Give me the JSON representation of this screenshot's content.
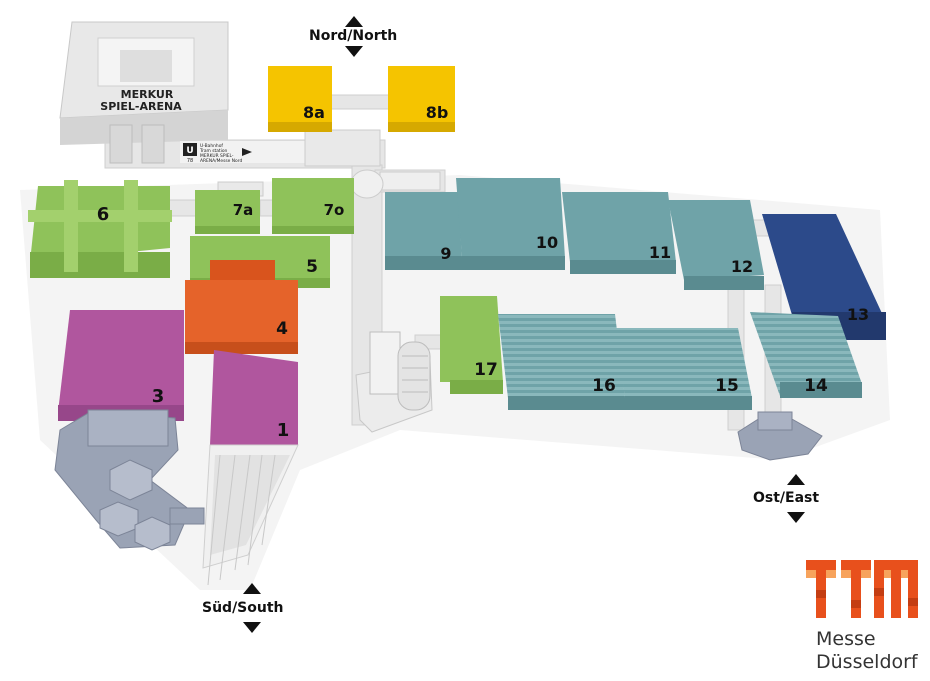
{
  "arena": {
    "name_line1": "MERKUR",
    "name_line2": "SPIEL-ARENA"
  },
  "tram_sign": {
    "icon_letter": "U",
    "line_number": "78",
    "text_lines": [
      "U-Bahnhof",
      "Tram station",
      "MERKUR SPIEL-",
      "ARENA/Messe Nord"
    ]
  },
  "directions": {
    "north": "Nord/North",
    "south": "Süd/South",
    "east": "Ost/East"
  },
  "halls": {
    "h1": "1",
    "h3": "3",
    "h4": "4",
    "h5": "5",
    "h6": "6",
    "h7a": "7a",
    "h7o": "7o",
    "h8a": "8a",
    "h8b": "8b",
    "h9": "9",
    "h10": "10",
    "h11": "11",
    "h12": "12",
    "h13": "13",
    "h14": "14",
    "h15": "15",
    "h16": "16",
    "h17": "17"
  },
  "logo": {
    "line1": "Messe",
    "line2": "Düsseldorf"
  },
  "colors": {
    "yellow": "#f5c400",
    "green": "#8fc25a",
    "teal": "#6fa3a8",
    "navy": "#2c4a8a",
    "purple": "#b0569e",
    "orange": "#e5632a",
    "grey": "#9aa3b5",
    "building": "#e4e4e4",
    "logo_orange": "#e8501c"
  }
}
